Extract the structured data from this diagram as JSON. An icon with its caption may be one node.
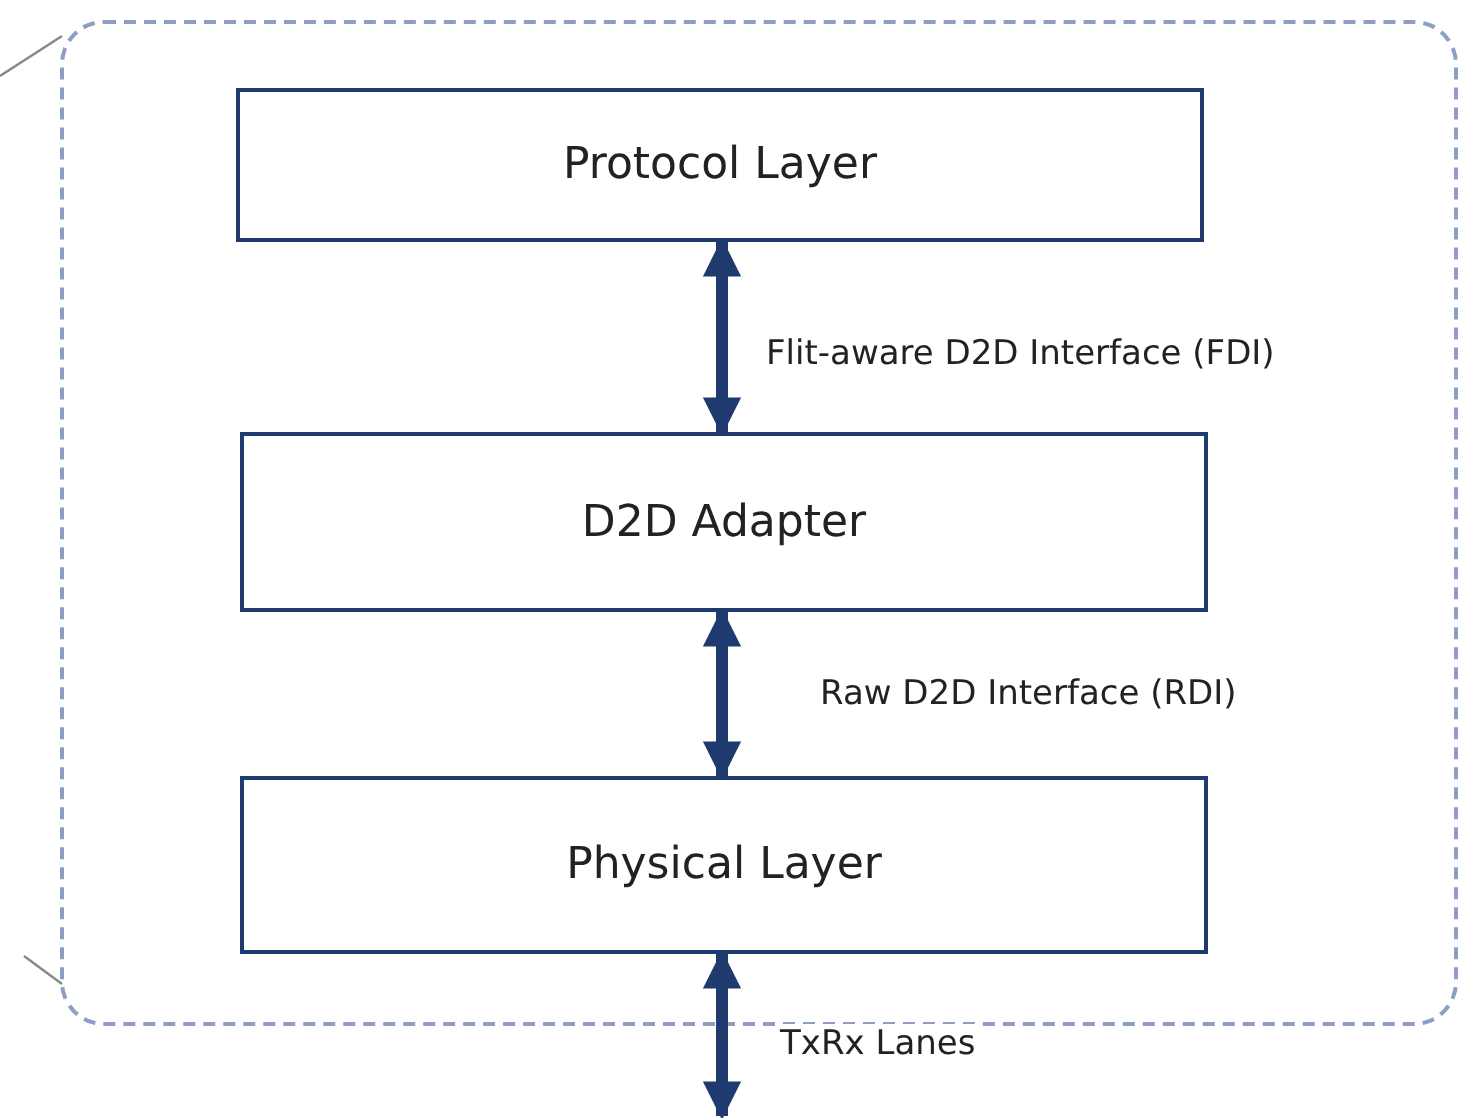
{
  "diagram": {
    "nodes": [
      {
        "text": [],
        "shape": "box"
      },
      {
        "text": [
          "Protocol Layer"
        ],
        "in": 0
      },
      {
        "text": [
          "D2D Adapter"
        ],
        "in": 0
      },
      {
        "text": [
          "Physical Layer"
        ],
        "in": 0
      }
    ],
    "edges": [
      {
        "from": 1,
        "to": 2,
        "arrow": "both",
        "label": "Flit-aware D2D Interface (FDI)"
      },
      {
        "from": 2,
        "to": 3,
        "arrow": "both",
        "label": "Raw D2D Interface (RDI)"
      },
      {
        "from": 3,
        "to": null,
        "arrow": "both",
        "label": "TxRx Lanes"
      }
    ]
  }
}
